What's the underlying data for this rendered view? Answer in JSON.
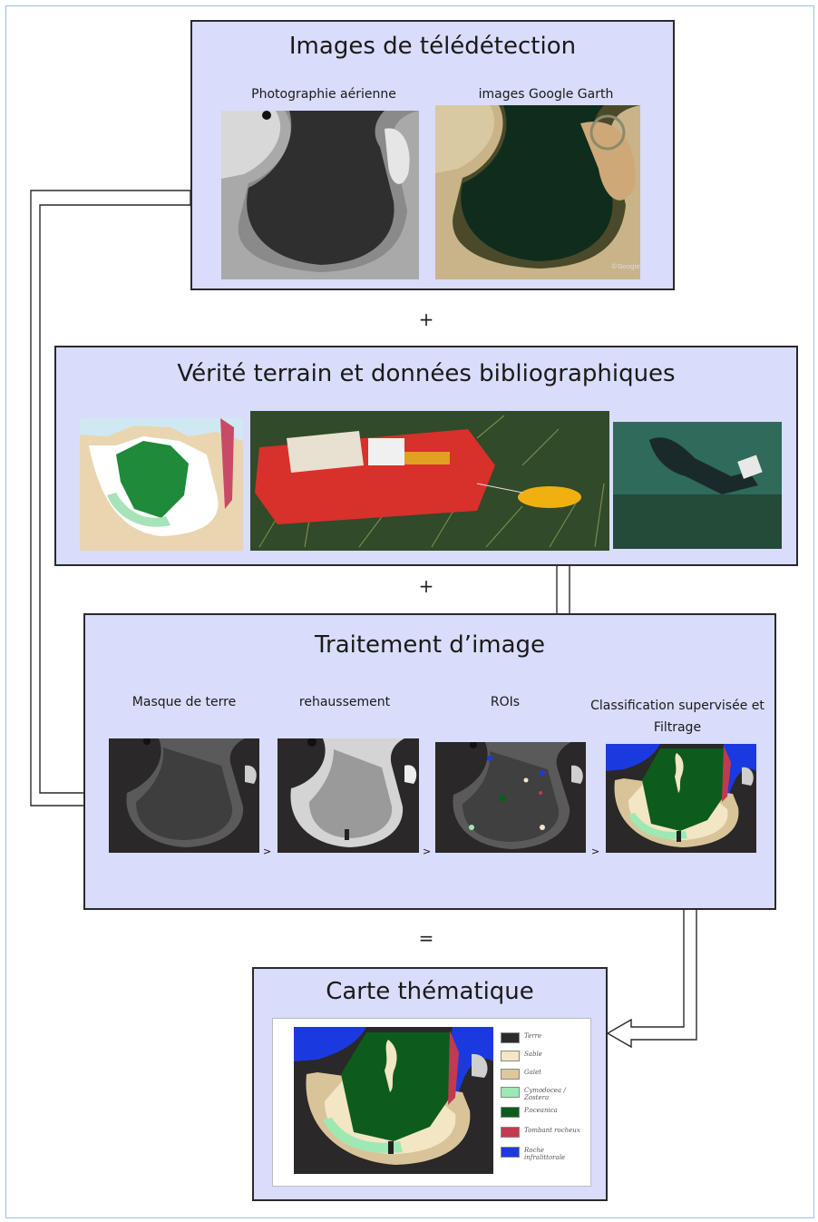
{
  "box1": {
    "title": "Images de télédétection",
    "label_left": "Photographie aérienne",
    "label_right": "images Google Garth",
    "watermark": "©Google"
  },
  "op_plus_1": "+",
  "box2": {
    "title": "Vérité terrain et données bibliographiques"
  },
  "op_plus_2": "+",
  "box3": {
    "title": "Traitement d’image",
    "steps": [
      {
        "label": "Masque de terre"
      },
      {
        "label": "rehaussement"
      },
      {
        "label": "ROIs"
      },
      {
        "label": "Classification supervisée et Filtrage"
      }
    ],
    "separator": ">"
  },
  "op_equals": "=",
  "box4": {
    "title": "Carte thématique",
    "legend": [
      {
        "label": "Terre",
        "color": "#2b2b2b"
      },
      {
        "label": "Sable",
        "color": "#f3e6c4"
      },
      {
        "label": "Galet",
        "color": "#dcc89a"
      },
      {
        "label": "Cymodocea / Zostera",
        "color": "#9ee8b4"
      },
      {
        "label": "P.oceanica",
        "color": "#0d5c1e"
      },
      {
        "label": "Tombant rocheux",
        "color": "#c23a4e"
      },
      {
        "label": "Roche infralittorale",
        "color": "#1a3ae0"
      }
    ]
  },
  "colors": {
    "box_fill": "#d9dcfa",
    "border": "#2a2a2a",
    "arrow_fill": "#ffffff",
    "seagrass": "#0d5c1e",
    "sand": "#f3e6c4",
    "rock": "#1a3ae0"
  }
}
